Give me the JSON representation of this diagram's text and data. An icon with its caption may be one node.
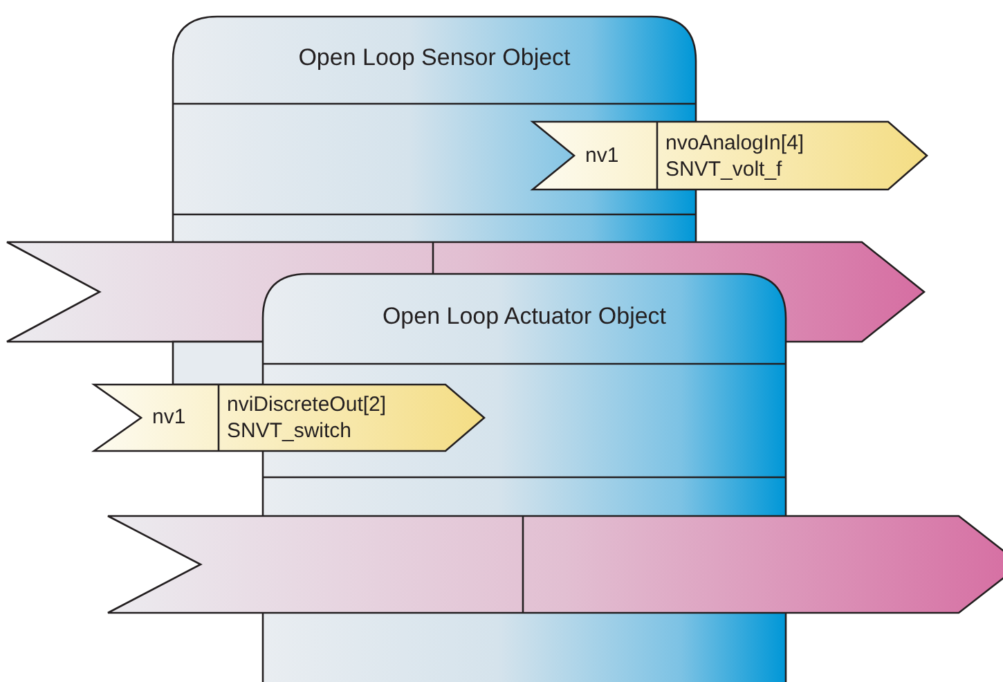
{
  "diagram": {
    "nodes": [
      {
        "text": [
          "Open Loop Sensor Object"
        ]
      },
      {
        "text": [
          "nv1",
          "nvoAnalogIn[4] SNVT_volt_f"
        ]
      },
      {
        "text": [
          "Open Loop Actuator Object"
        ]
      },
      {
        "text": [
          "nv1",
          "nviDiscreteOut[2] SNVT_switch"
        ]
      }
    ]
  }
}
